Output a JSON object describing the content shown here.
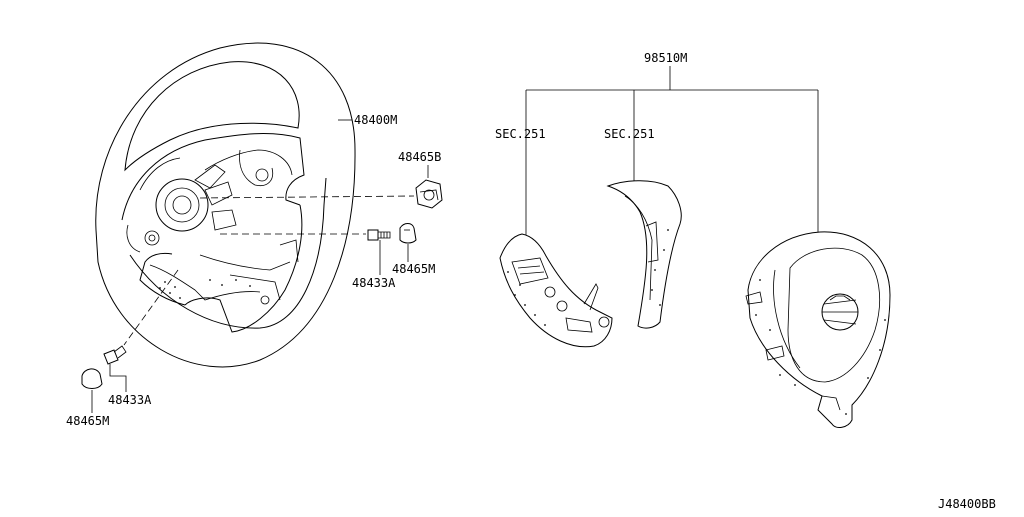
{
  "colors": {
    "line": "#000000",
    "background": "#ffffff"
  },
  "labels": {
    "steering_wheel": "48400M",
    "nut": "48465B",
    "bolt_right": "48433A",
    "cap_right": "48465M",
    "bolt_left": "48433A",
    "cap_left": "48465M",
    "switch_assembly": "98510M",
    "sec_left": "SEC.251",
    "sec_right": "SEC.251",
    "diagram_code": "J48400BB"
  }
}
